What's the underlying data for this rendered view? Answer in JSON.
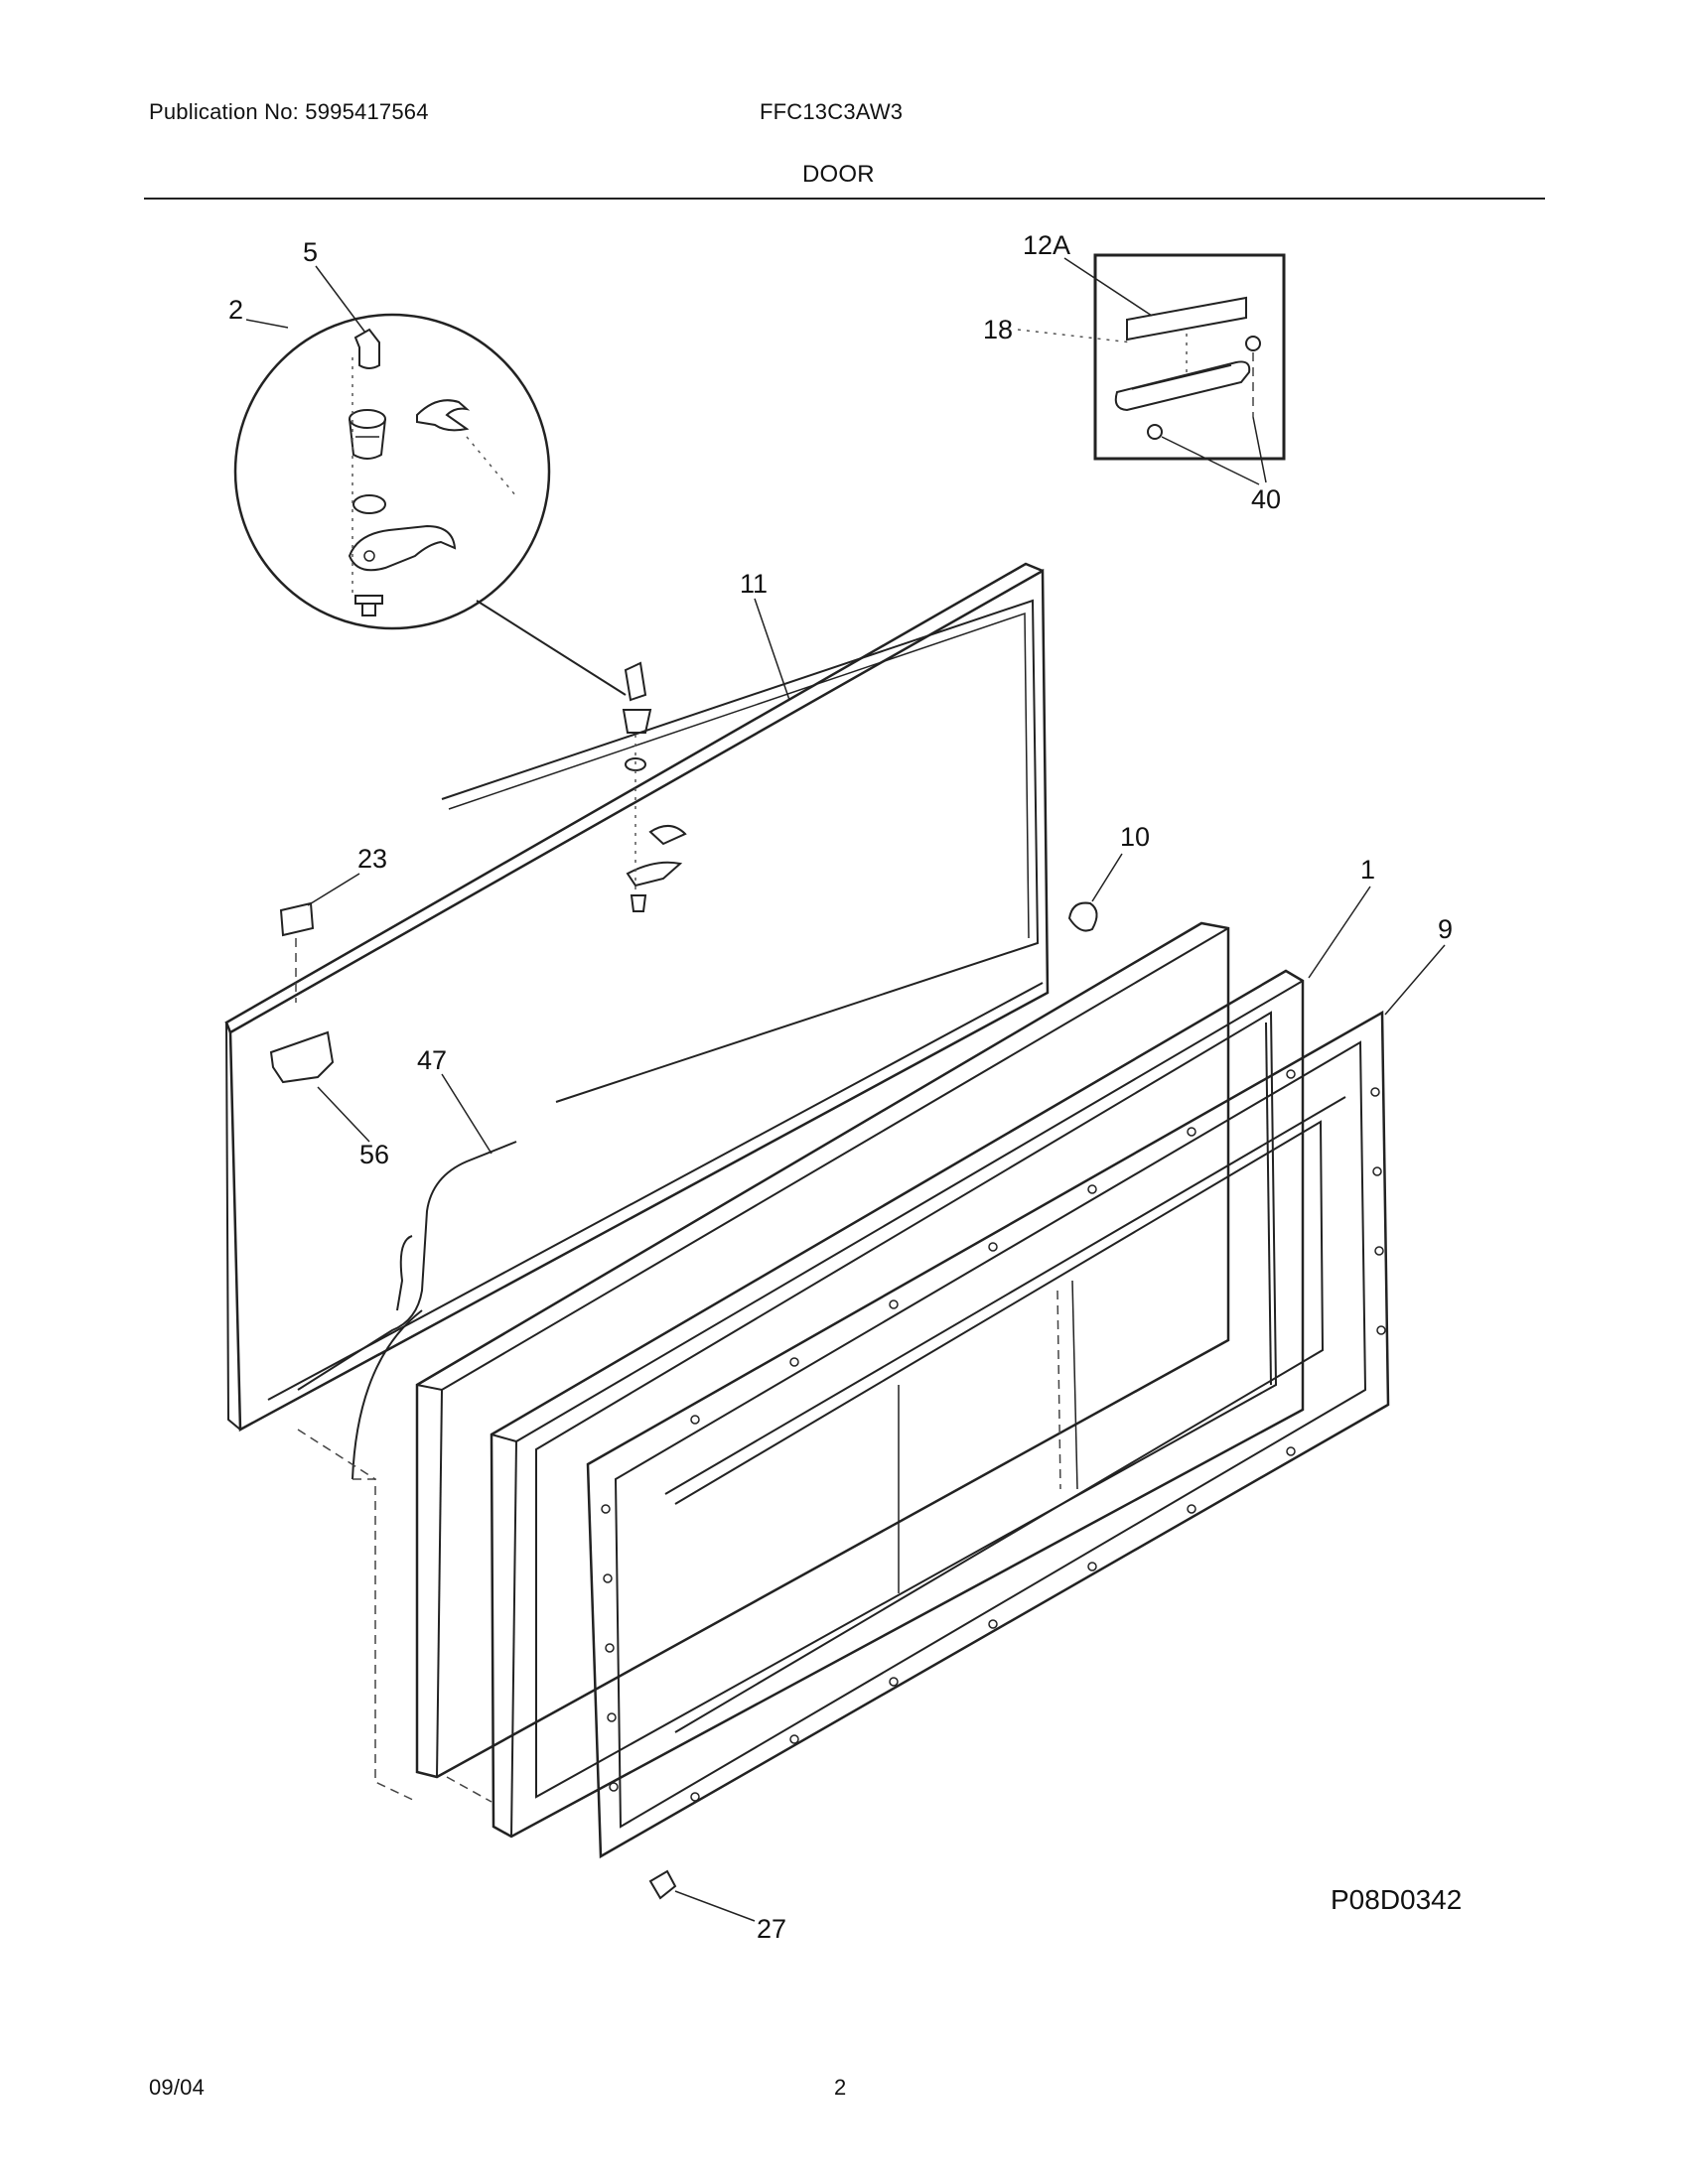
{
  "header": {
    "publication": "Publication No: 5995417564",
    "model": "FFC13C3AW3",
    "section": "DOOR"
  },
  "diagram": {
    "code": "P08D0342",
    "callouts": {
      "c5": "5",
      "c2": "2",
      "c12A": "12A",
      "c18": "18",
      "c40": "40",
      "c11": "11",
      "c10": "10",
      "c1": "1",
      "c9": "9",
      "c23": "23",
      "c47": "47",
      "c56": "56",
      "c27": "27"
    }
  },
  "footer": {
    "date": "09/04",
    "page": "2"
  }
}
